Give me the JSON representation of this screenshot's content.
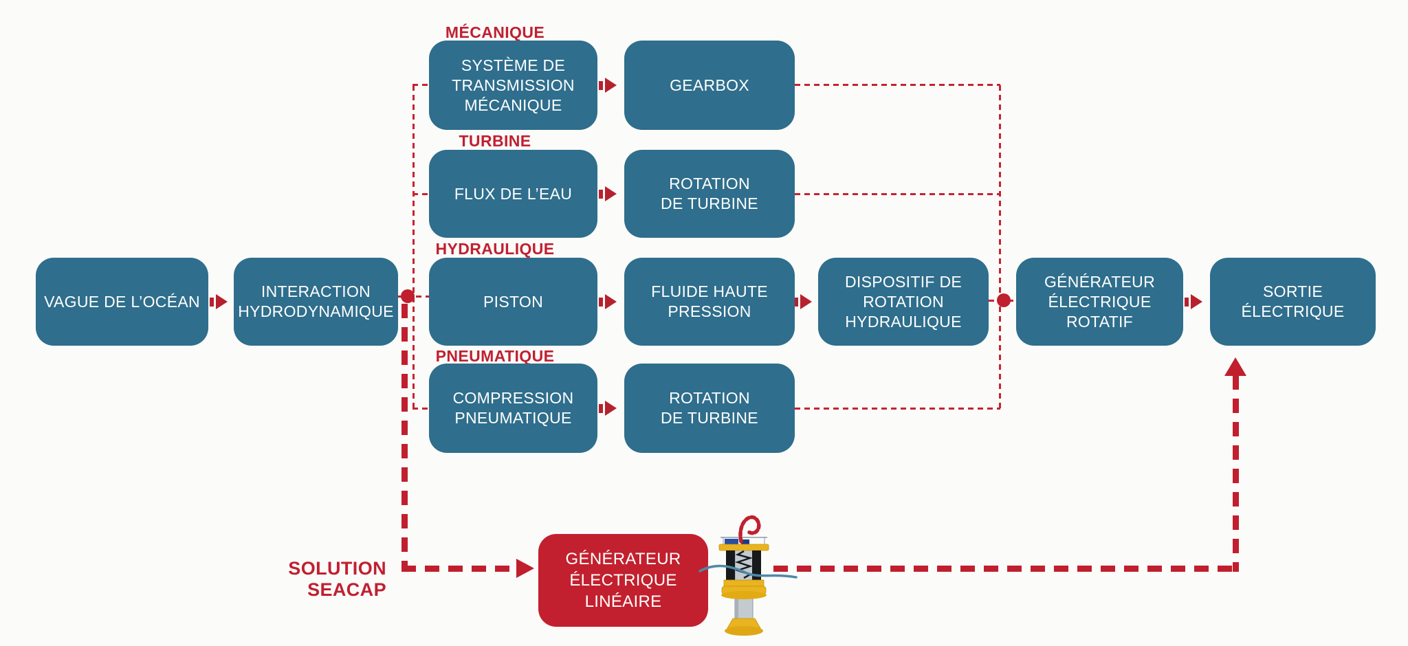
{
  "diagram": {
    "background": "#fbfbfa",
    "colors": {
      "node_fill_teal": "#2F6E8C",
      "node_text": "#FFFFFF",
      "accent_red": "#C01F2E",
      "solution_box_fill": "#C2202E"
    },
    "branch_labels": {
      "mecanique": "MÉCANIQUE",
      "turbine": "TURBINE",
      "hydraulique": "HYDRAULIQUE",
      "pneumatique": "PNEUMATIQUE"
    },
    "solution_label": "SOLUTION SEACAP",
    "nodes": {
      "vague": "VAGUE DE L’OCÉAN",
      "interaction": "INTERACTION\nHYDRODYNAMIQUE",
      "systeme_transmission": "SYSTÈME DE\nTRANSMISSION\nMÉCANIQUE",
      "gearbox": "GEARBOX",
      "flux_eau": "FLUX DE L’EAU",
      "rotation_turbine_haut": "ROTATION\nDE TURBINE",
      "piston": "PISTON",
      "fluide_haute_pression": "FLUIDE HAUTE\nPRESSION",
      "dispositif_rotation": "DISPOSITIF DE\nROTATION\nHYDRAULIQUE",
      "generateur_rotatif": "GÉNÉRATEUR\nÉLECTRIQUE ROTATIF",
      "sortie_electrique": "SORTIE ÉLECTRIQUE",
      "compression_pneumatique": "COMPRESSION\nPNEUMATIQUE",
      "rotation_turbine_bas": "ROTATION\nDE TURBINE",
      "generateur_lineaire": "GÉNÉRATEUR\nÉLECTRIQUE LINÉAIRE"
    },
    "icons": {
      "device": "seacap-buoy-linear-generator"
    }
  }
}
